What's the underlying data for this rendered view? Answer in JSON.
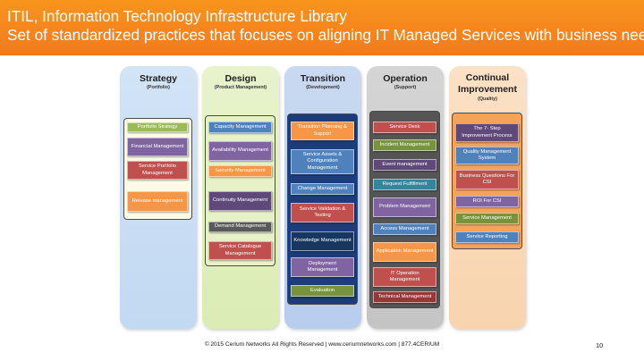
{
  "header": {
    "title_line1": "ITIL, Information Technology Infrastructure Library",
    "title_line2": "Set of standardized practices that focuses on aligning IT Managed Services with business needs"
  },
  "columns": {
    "strategy": {
      "title": "Strategy",
      "subtitle": "(Portfolio)",
      "items": [
        "Portfolio Strategy",
        "Financial Management",
        "Service Portfolio Management",
        "Release management"
      ]
    },
    "design": {
      "title": "Design",
      "subtitle": "(Product Management)",
      "items": [
        "Capacity Management",
        "Availability Management",
        "Security Management",
        "Continuity Management",
        "Demand Management",
        "Service Catalogue Management"
      ]
    },
    "transition": {
      "title": "Transition",
      "subtitle": "(Development)",
      "items": [
        "Transition Planning & Support",
        "Service Assets & Configuration Management",
        "Change Management",
        "Service Validation & Testing",
        "Knowledge Management",
        "Deployment Management",
        "Evaluation"
      ]
    },
    "operation": {
      "title": "Operation",
      "subtitle": "(Support)",
      "items": [
        "Service Desk",
        "Incident Management",
        "Event management",
        "Request Fulfillment",
        "Problem Management",
        "Access Management",
        "Application Management",
        "IT Operation Management",
        "Technical Management"
      ]
    },
    "improvement": {
      "title_line1": "Continual",
      "title_line2": "Improvement",
      "subtitle": "(Quality)",
      "items": [
        "The 7- Step Improvement Process",
        "Quality Management System",
        "Business Questions For CSI",
        "ROI For CSI",
        "Service Management",
        "Service Reporting"
      ]
    }
  },
  "colors": {
    "header_orange": "#f5821f",
    "strategy_bg": "#c2d9f2",
    "design_bg": "#dbecb4",
    "transition_bg": "#b8cdee",
    "operation_bg": "#c4c4c4",
    "improvement_bg": "#f8d4ae"
  },
  "footer": {
    "copyright": "© 2015 Cerium Networks All Rights Reserved | www.ceriumnetworks.com | 877.4CERIUM",
    "page_number": "10"
  }
}
